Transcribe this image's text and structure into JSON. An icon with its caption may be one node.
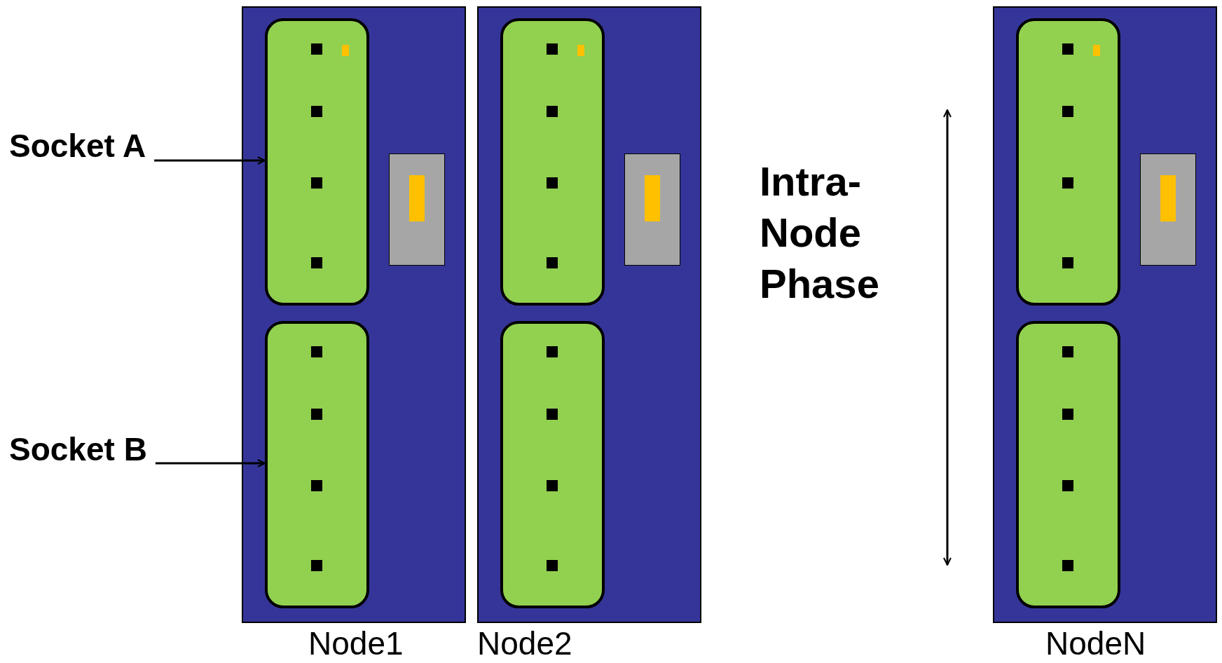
{
  "diagram": {
    "nodes": [
      {
        "text": [
          "Node1"
        ]
      },
      {
        "text": [],
        "shape": "box",
        "in": 0
      },
      {
        "text": [],
        "shape": "box",
        "in": 0
      },
      {
        "text": [
          "Node2"
        ]
      },
      {
        "text": [],
        "shape": "box",
        "in": 3
      },
      {
        "text": [],
        "shape": "box",
        "in": 3
      },
      {
        "text": [
          "NodeN"
        ]
      },
      {
        "text": [],
        "shape": "box",
        "in": 6
      },
      {
        "text": [],
        "shape": "box",
        "in": 6
      },
      {
        "text": [
          "Socket A"
        ]
      },
      {
        "text": [
          "Socket B"
        ]
      }
    ],
    "edges": [
      {
        "from": 9,
        "to": 1,
        "arrow": "to"
      },
      {
        "from": 10,
        "to": 2,
        "arrow": "to"
      }
    ],
    "labels": [
      "Intra-Node Phase"
    ]
  }
}
